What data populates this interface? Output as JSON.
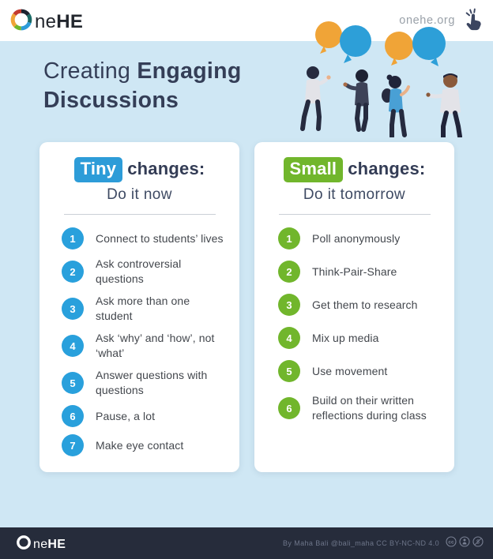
{
  "header": {
    "logo_ne": "ne",
    "logo_he": "HE",
    "site": "onehe.org"
  },
  "title": {
    "line1_regular": "Creating ",
    "line1_bold": "Engaging",
    "line2_bold": "Discussions"
  },
  "cards": [
    {
      "chip": "Tiny",
      "heading_rest": "changes:",
      "subtitle": "Do it now",
      "items": [
        {
          "n": "1",
          "text": "Connect to students’ lives"
        },
        {
          "n": "2",
          "text": "Ask controversial\nquestions"
        },
        {
          "n": "3",
          "text": "Ask more than one\nstudent"
        },
        {
          "n": "4",
          "text": "Ask ‘why’ and ‘how’, not\n‘what’"
        },
        {
          "n": "5",
          "text": "Answer questions with\nquestions"
        },
        {
          "n": "6",
          "text": "Pause, a lot"
        },
        {
          "n": "7",
          "text": "Make eye contact"
        }
      ]
    },
    {
      "chip": "Small",
      "heading_rest": "changes:",
      "subtitle": "Do it tomorrow",
      "items": [
        {
          "n": "1",
          "text": "Poll anonymously"
        },
        {
          "n": "2",
          "text": "Think-Pair-Share"
        },
        {
          "n": "3",
          "text": "Get them to research"
        },
        {
          "n": "4",
          "text": "Mix up media"
        },
        {
          "n": "5",
          "text": "Use movement"
        },
        {
          "n": "6",
          "text": "Build on their written\nreflections during class"
        }
      ]
    }
  ],
  "footer": {
    "logo_ne": "ne",
    "logo_he": "HE",
    "credit": "By Maha Bali @bali_maha CC BY-NC-ND 4.0"
  },
  "colors": {
    "background": "#cfe7f4",
    "accent_blue": "#2d9cd8",
    "accent_green": "#71b62c",
    "navy_text": "#333c55",
    "footer_bg": "#262c3b",
    "bubble_orange": "#f0a437",
    "bubble_blue": "#2d9fd8"
  }
}
